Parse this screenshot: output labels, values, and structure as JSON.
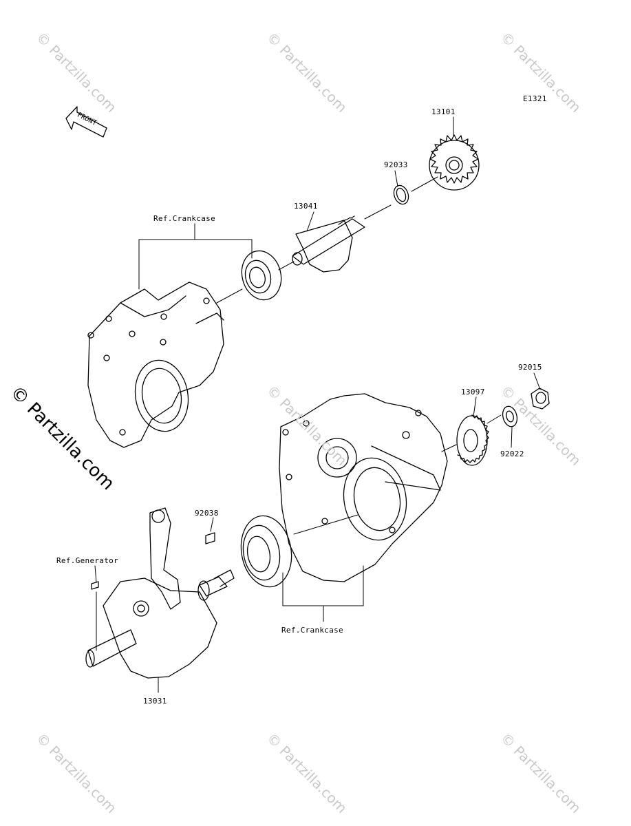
{
  "diagram_code": "E1321",
  "front_label": "FRONT",
  "watermark": "© Partzilla.com",
  "parts": {
    "p13101": "13101",
    "p92033": "92033",
    "p13041": "13041",
    "p92015": "92015",
    "p13097": "13097",
    "p92022": "92022",
    "p92038": "92038",
    "p13031": "13031"
  },
  "refs": {
    "crankcase_top": "Ref.Crankcase",
    "crankcase_bottom": "Ref.Crankcase",
    "generator": "Ref.Generator"
  }
}
